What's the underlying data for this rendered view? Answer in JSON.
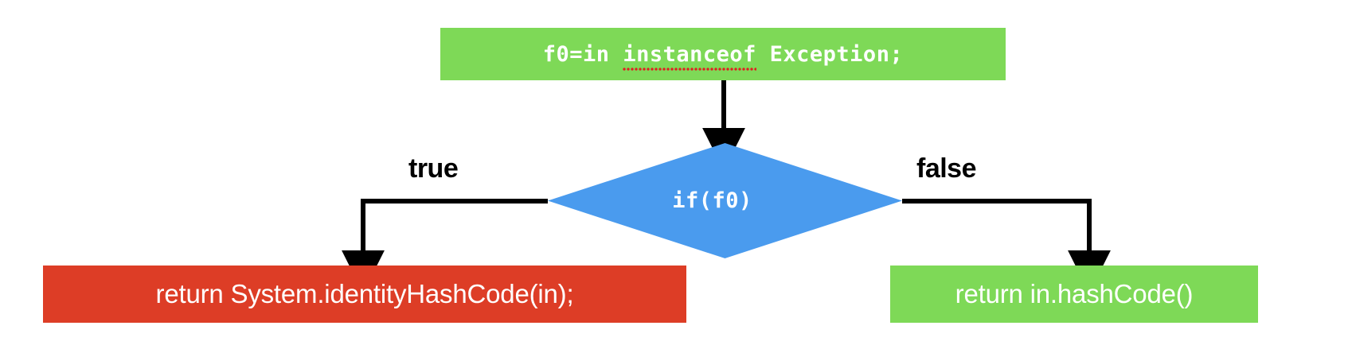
{
  "diagram": {
    "type": "flowchart",
    "title": "if(f0) decision flow",
    "background": "#FFFFFF",
    "colors": {
      "green": "#7ED957",
      "blue": "#4A9BEE",
      "red": "#DD3D26",
      "edge": "#000000",
      "text_on_fill": "#FFFFFF",
      "spellcheck_underline": "#E02020"
    }
  },
  "nodes": {
    "statement": {
      "id": "stmt-box",
      "shape": "rectangle",
      "fill": "#7ED957",
      "text_before": "f0=in ",
      "text_misspelled": "instanceof",
      "text_after": " Exception;",
      "full_text": "f0=in instanceof Exception;"
    },
    "decision": {
      "id": "decision",
      "shape": "diamond",
      "fill": "#4A9BEE",
      "text": "if(f0)"
    },
    "true_branch": {
      "id": "true-box",
      "shape": "rectangle",
      "fill": "#DD3D26",
      "text": "return System.identityHashCode(in);"
    },
    "false_branch": {
      "id": "false-box",
      "shape": "rectangle",
      "fill": "#7ED957",
      "text": "return in.hashCode()"
    }
  },
  "edges": {
    "statement_to_decision": {
      "label": ""
    },
    "decision_to_true": {
      "label": "true"
    },
    "decision_to_false": {
      "label": "false"
    }
  }
}
